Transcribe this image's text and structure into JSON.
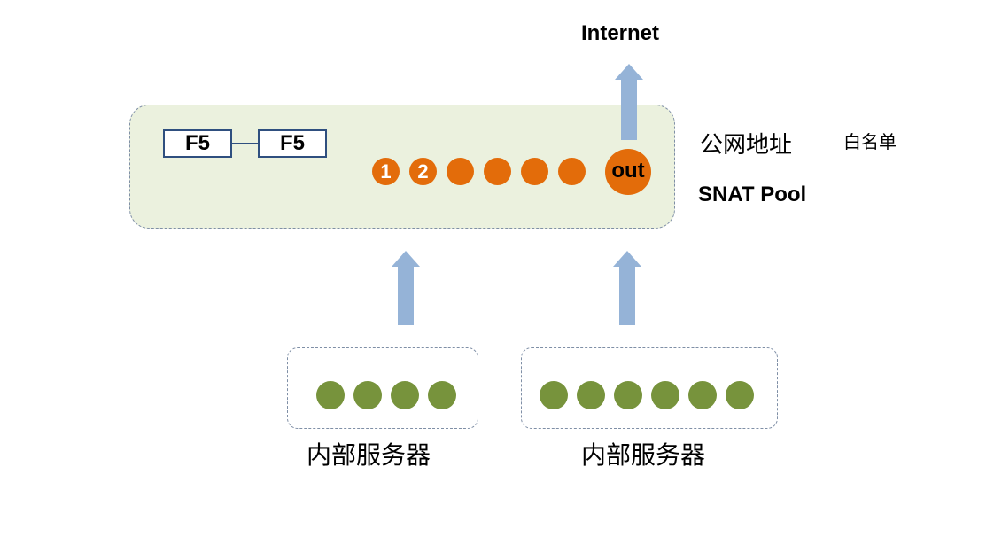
{
  "internet_label": "Internet",
  "snat_pool": {
    "public_address_label": "公网地址",
    "whitelist_label": "白名单",
    "pool_label": "SNAT Pool",
    "devices": [
      {
        "label": "F5"
      },
      {
        "label": "F5"
      }
    ],
    "addresses": [
      {
        "label": "1"
      },
      {
        "label": "2"
      },
      {
        "label": ""
      },
      {
        "label": ""
      },
      {
        "label": ""
      },
      {
        "label": ""
      }
    ],
    "out_address": {
      "label": "out"
    }
  },
  "server_groups": [
    {
      "label": "内部服务器",
      "server_count": 4
    },
    {
      "label": "内部服务器",
      "server_count": 6
    }
  ],
  "colors": {
    "pool_background": "#ebf1de",
    "address_dot": "#e36c0a",
    "server_dot": "#77933c",
    "arrow": "#95b3d7",
    "device_border": "#2f4f7f"
  }
}
